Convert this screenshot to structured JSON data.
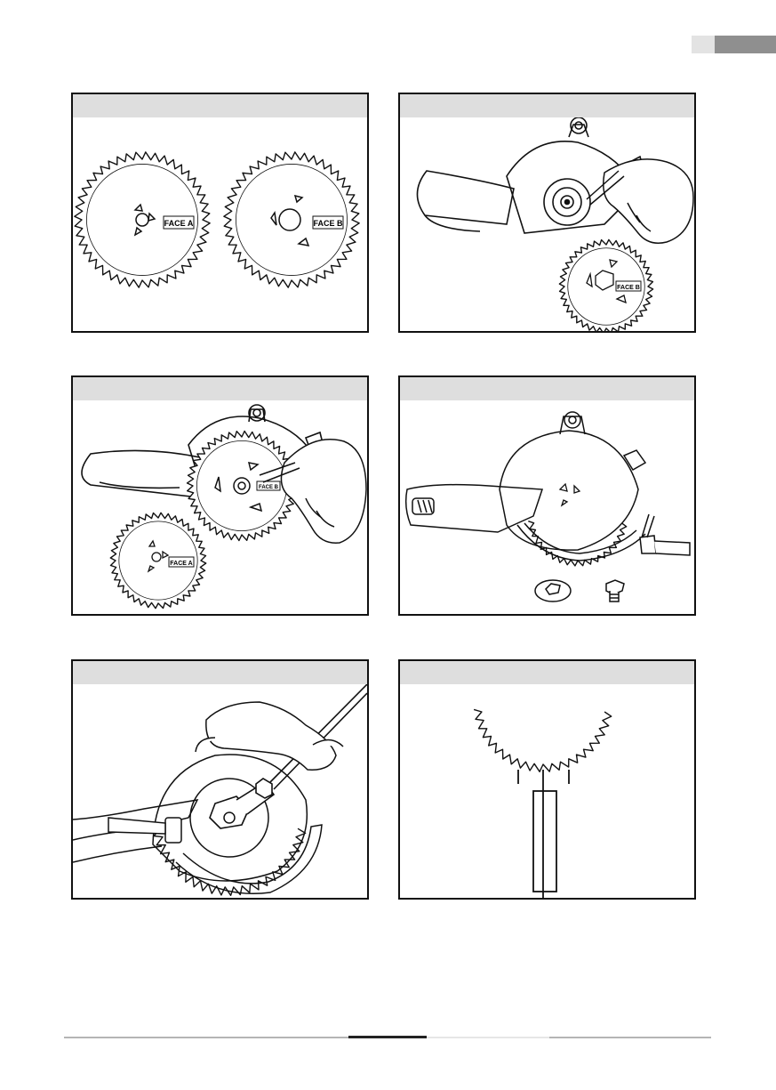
{
  "panels": [
    {
      "id": "p1",
      "labels": [
        "FACE A",
        "FACE B"
      ]
    },
    {
      "id": "p2",
      "labels": [
        "FACE B"
      ]
    },
    {
      "id": "p3",
      "labels": [
        "FACE B",
        "FACE A"
      ]
    },
    {
      "id": "p4",
      "labels": []
    },
    {
      "id": "p5",
      "labels": []
    },
    {
      "id": "p6",
      "labels": []
    }
  ],
  "colors": {
    "header": "#dedede",
    "border": "#111111",
    "tab_dark": "#8f8f8f",
    "tab_light": "#e3e3e3"
  },
  "icons": [
    "saw-blade-icon",
    "circular-saw-icon",
    "hand-icon",
    "hex-wrench-icon",
    "flange-washer-icon",
    "bolt-icon"
  ]
}
